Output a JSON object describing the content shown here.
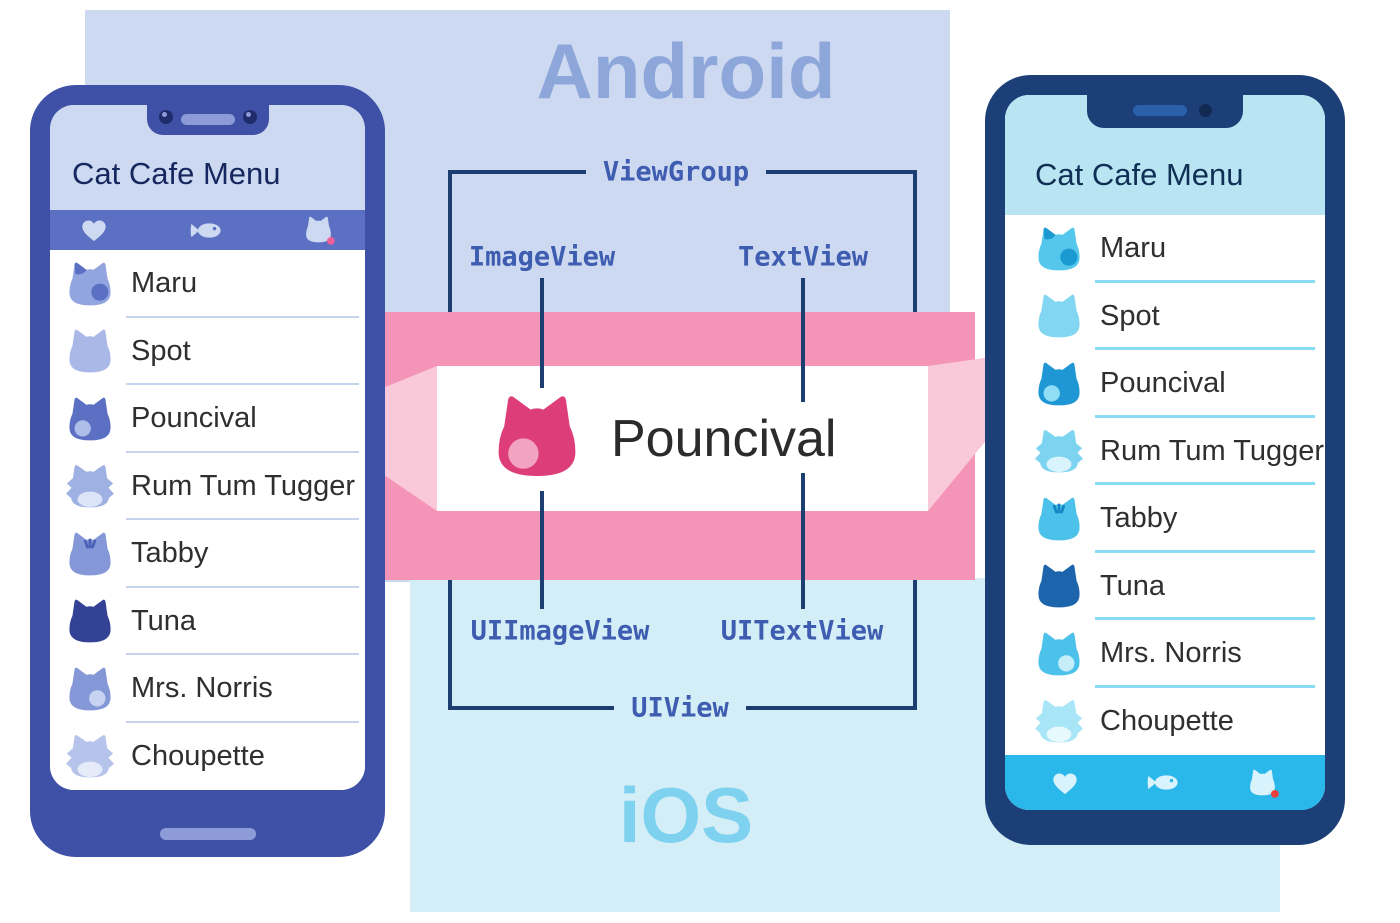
{
  "background": {
    "android_panel_color": "#cdd9f0",
    "ios_panel_color": "#d4eef7",
    "highlight_band_color": "#f494b7",
    "highlight_beam_color": "#f9c9da"
  },
  "platform_labels": {
    "android": {
      "text": "Android",
      "color": "#8ea7db"
    },
    "ios": {
      "text": "iOS",
      "color": "#7ed2f0"
    }
  },
  "diagram": {
    "line_color": "#1c3e70",
    "label_color": "#3e5cb0",
    "android_labels": {
      "container": "ViewGroup",
      "image": "ImageView",
      "text": "TextView"
    },
    "ios_labels": {
      "container": "UIView",
      "image": "UIImageView",
      "text": "UITextView"
    }
  },
  "highlight_card": {
    "name": "Pouncival",
    "text_color": "#2b2b2b",
    "icon": "cat-icon",
    "icon_base": "#dd3d78",
    "icon_patch": "#f2a3c0"
  },
  "android_phone": {
    "title": "Cat Cafe Menu",
    "title_color": "#16275f",
    "frame_color": "#3e51a7",
    "header_color": "#ccd9f0",
    "toolbar_color": "#5b70c3",
    "toolbar_icons": [
      "heart-icon",
      "fish-icon",
      "cat-icon"
    ],
    "toolbar_icon_color": "#ccd9f0",
    "notification_dot_color": "#ee5f98",
    "separator_color": "#c6d4ef",
    "name_color": "#2f2f2f",
    "accessory_color": "#8d9cd8",
    "camera_color": "#1f2c6b",
    "cats": [
      {
        "name": "Maru",
        "icon": {
          "variant": "twotone",
          "base": "#92a5de",
          "accent": "#5b70c3"
        }
      },
      {
        "name": "Spot",
        "icon": {
          "variant": "plain",
          "base": "#a9b8e6"
        }
      },
      {
        "name": "Pouncival",
        "icon": {
          "variant": "patch-left",
          "base": "#5b70c3",
          "accent": "#aebde8"
        }
      },
      {
        "name": "Rum Tum Tugger",
        "icon": {
          "variant": "fluffy",
          "base": "#9fb1e3",
          "accent": "#dce4f7"
        }
      },
      {
        "name": "Tabby",
        "icon": {
          "variant": "tabby",
          "base": "#8497d7",
          "accent": "#4b60b8"
        }
      },
      {
        "name": "Tuna",
        "icon": {
          "variant": "plain",
          "base": "#344295"
        }
      },
      {
        "name": "Mrs. Norris",
        "icon": {
          "variant": "patch-right",
          "base": "#8497d7",
          "accent": "#c7d3f0"
        }
      },
      {
        "name": "Choupette",
        "icon": {
          "variant": "fluffy",
          "base": "#b6c3ea",
          "accent": "#e6ebf9"
        }
      }
    ]
  },
  "ios_phone": {
    "title": "Cat Cafe Menu",
    "title_color": "#0f2f55",
    "frame_color": "#1d3f78",
    "header_color": "#b9e5f2",
    "toolbar_color": "#2ab7ea",
    "toolbar_icons": [
      "heart-icon",
      "fish-icon",
      "cat-icon"
    ],
    "toolbar_icon_color": "#d8f3fb",
    "notification_dot_color": "#e8413c",
    "separator_color": "#8adcf3",
    "name_color": "#2f2f2f",
    "speaker_color": "#2a5fa9",
    "camera_color": "#122a52",
    "cats": [
      {
        "name": "Maru",
        "icon": {
          "variant": "twotone",
          "base": "#55c7ed",
          "accent": "#1b9ad2"
        }
      },
      {
        "name": "Spot",
        "icon": {
          "variant": "plain",
          "base": "#82d6f1"
        }
      },
      {
        "name": "Pouncival",
        "icon": {
          "variant": "patch-left",
          "base": "#1f97d4",
          "accent": "#90def5"
        }
      },
      {
        "name": "Rum Tum Tugger",
        "icon": {
          "variant": "fluffy",
          "base": "#7dd4f0",
          "accent": "#d9f4fc"
        }
      },
      {
        "name": "Tabby",
        "icon": {
          "variant": "tabby",
          "base": "#4cc2ea",
          "accent": "#1484c4"
        }
      },
      {
        "name": "Tuna",
        "icon": {
          "variant": "plain",
          "base": "#1c64ab"
        }
      },
      {
        "name": "Mrs. Norris",
        "icon": {
          "variant": "patch-right",
          "base": "#4cc2ea",
          "accent": "#c5eefa"
        }
      },
      {
        "name": "Choupette",
        "icon": {
          "variant": "fluffy",
          "base": "#a8e5f6",
          "accent": "#e8f9fe"
        }
      }
    ]
  }
}
